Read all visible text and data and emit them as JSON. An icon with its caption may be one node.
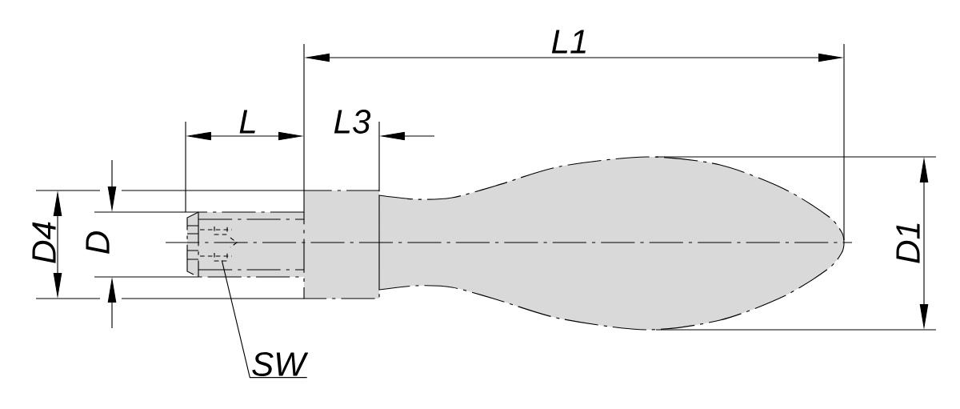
{
  "diagram": {
    "nodes": [
      {
        "text": [
          "SW"
        ]
      },
      {
        "text": [],
        "shape": "picture"
      }
    ],
    "edges": [
      {
        "from": 0,
        "to": 1,
        "arrow": "none"
      }
    ],
    "labels": [
      "L1",
      "L",
      "L3",
      "D4",
      "D",
      "D1"
    ]
  }
}
